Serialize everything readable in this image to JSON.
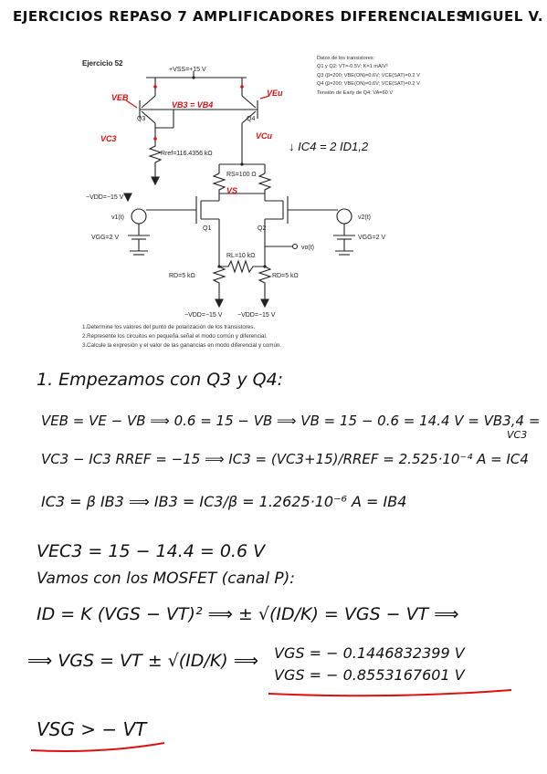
{
  "header": {
    "title": "EJERCICIOS REPASO 7 AMPLIFICADORES DIFERENCIALES",
    "author": "MIGUEL V."
  },
  "exercise": {
    "name": "Ejercicio 52",
    "data_lines": [
      "Datos de los transistores:",
      "Q1 y Q2: VT=-0.5V; K=1 mA/V²",
      "Q3 (β=200; VBE(ON)=0.6V; VCE(SAT)=0.2 V",
      "Q4 (β=200; VBE(ON)=0.6V; VCE(SAT)=0.2 V",
      "Tensión de Early de Q4: VA=60 V"
    ],
    "questions": [
      "1.Determine los valores del punto de polarización de los transistores.",
      "2.Represente los circuitos en pequeña señal el modo común y diferencial.",
      "3.Calcule la expresión y el valor de las ganancias en modo diferencial y común."
    ],
    "labels": {
      "vss": "+VSS=+15 V",
      "q3": "Q3",
      "q4": "Q4",
      "rref": "Rref=116.4356 kΩ",
      "rs": "RS=100 Ω",
      "vdd_left": "−VDD=−15 V",
      "q1": "Q1",
      "q2": "Q2",
      "v1": "v1(t)",
      "v2": "v2(t)",
      "vgg_left": "VGG=2 V",
      "vgg_right": "VGG=2 V",
      "rl": "RL=10 kΩ",
      "vo": "vo(t)",
      "rd_left": "RD=5 kΩ",
      "rd_right": "RD=5 kΩ",
      "vdd_bl": "−VDD=−15 V",
      "vdd_br": "−VDD=−15 V"
    },
    "annotations": {
      "veb3": "VEB",
      "veb4": "VEu",
      "vbeq": "VB3 = VB4",
      "vc3": "VC3",
      "vc4": "VCu",
      "vs": "VS",
      "ic4": "↓ IC4 = 2 ID1,2"
    }
  },
  "work": {
    "l1": "1. Empezamos con Q3 y Q4:",
    "l2": "VEB = VE − VB ⟹ 0.6 = 15 − VB ⟹ VB = 15 − 0.6 = 14.4 V = VB3,4 =",
    "l2b": "VC3",
    "l3": "VC3 − IC3 RREF = −15 ⟹ IC3 = (VC3+15)/RREF = 2.525·10⁻⁴ A = IC4",
    "l4": "IC3 = β IB3 ⟹ IB3 = IC3/β = 1.2625·10⁻⁶ A = IB4",
    "l5": "VEC3 = 15 − 14.4 = 0.6 V",
    "l6": "Vamos con los MOSFET (canal P):",
    "l7": "ID = K (VGS − VT)² ⟹ ± √(ID/K) = VGS − VT ⟹",
    "l8": "⟹ VGS = VT ± √(ID/K) ⟹",
    "l8a": "VGS = − 0.1446832399 V",
    "l8b": "VGS = − 0.8553167601 V",
    "l9": "VSG > − VT"
  }
}
